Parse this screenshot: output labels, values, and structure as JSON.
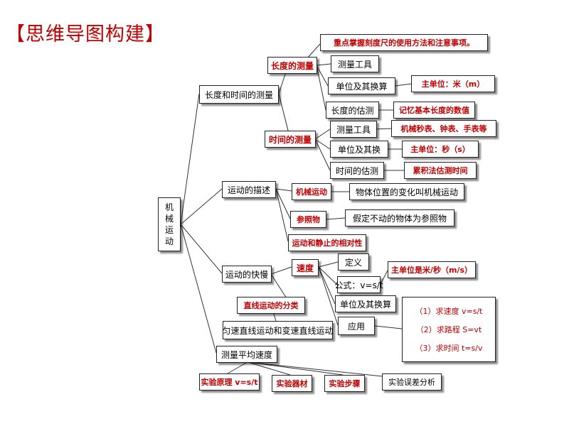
{
  "title": "【思维导图构建】",
  "root": [
    "机",
    "械",
    "运",
    "动"
  ],
  "branches": {
    "length_time": "长度和时间的测量",
    "description": "运动的描述",
    "speed_level": "运动的快慢",
    "average_speed": "测量平均速度"
  },
  "length": {
    "label": "长度的测量",
    "note": "重点掌握刻度尺的使用方法和注意事项。",
    "tool": "测量工具",
    "unit": "单位及其换算",
    "unit_value": "主单位：米（m）",
    "estimate": "长度的估测",
    "estimate_value": "记忆基本长度的数值"
  },
  "time": {
    "label": "时间的测量",
    "tool": "测量工具",
    "tool_value": "机械秒表、钟表、手表等",
    "unit": "单位及其换",
    "unit_value": "主单位：秒（s）",
    "estimate": "时间的估测",
    "estimate_value": "累积法估测时间"
  },
  "describe": {
    "mechanical": "机械运动",
    "mechanical_def": "物体位置的变化叫机械运动",
    "reference": "参照物",
    "reference_def": "假定不动的物体为参照物",
    "relativity": "运动和静止的相对性"
  },
  "speed": {
    "label": "速度",
    "definition": "定义",
    "formula": "公式：v=s/t",
    "unit_value": "主单位是米/秒（m/s）",
    "unit": "单位及其换算",
    "application": "应用",
    "apps": [
      "（1）求速度 v=s/t",
      "（2）求路程 S=vt",
      "（3）求时间 t=s/v"
    ]
  },
  "linear": {
    "classification": "直线运动的分类",
    "types": "匀速直线运动和变速直线运动"
  },
  "experiment": {
    "principle": "实验原理 v=s/t",
    "equipment": "实验器材",
    "steps": "实验步骤",
    "error": "实验误差分析"
  }
}
